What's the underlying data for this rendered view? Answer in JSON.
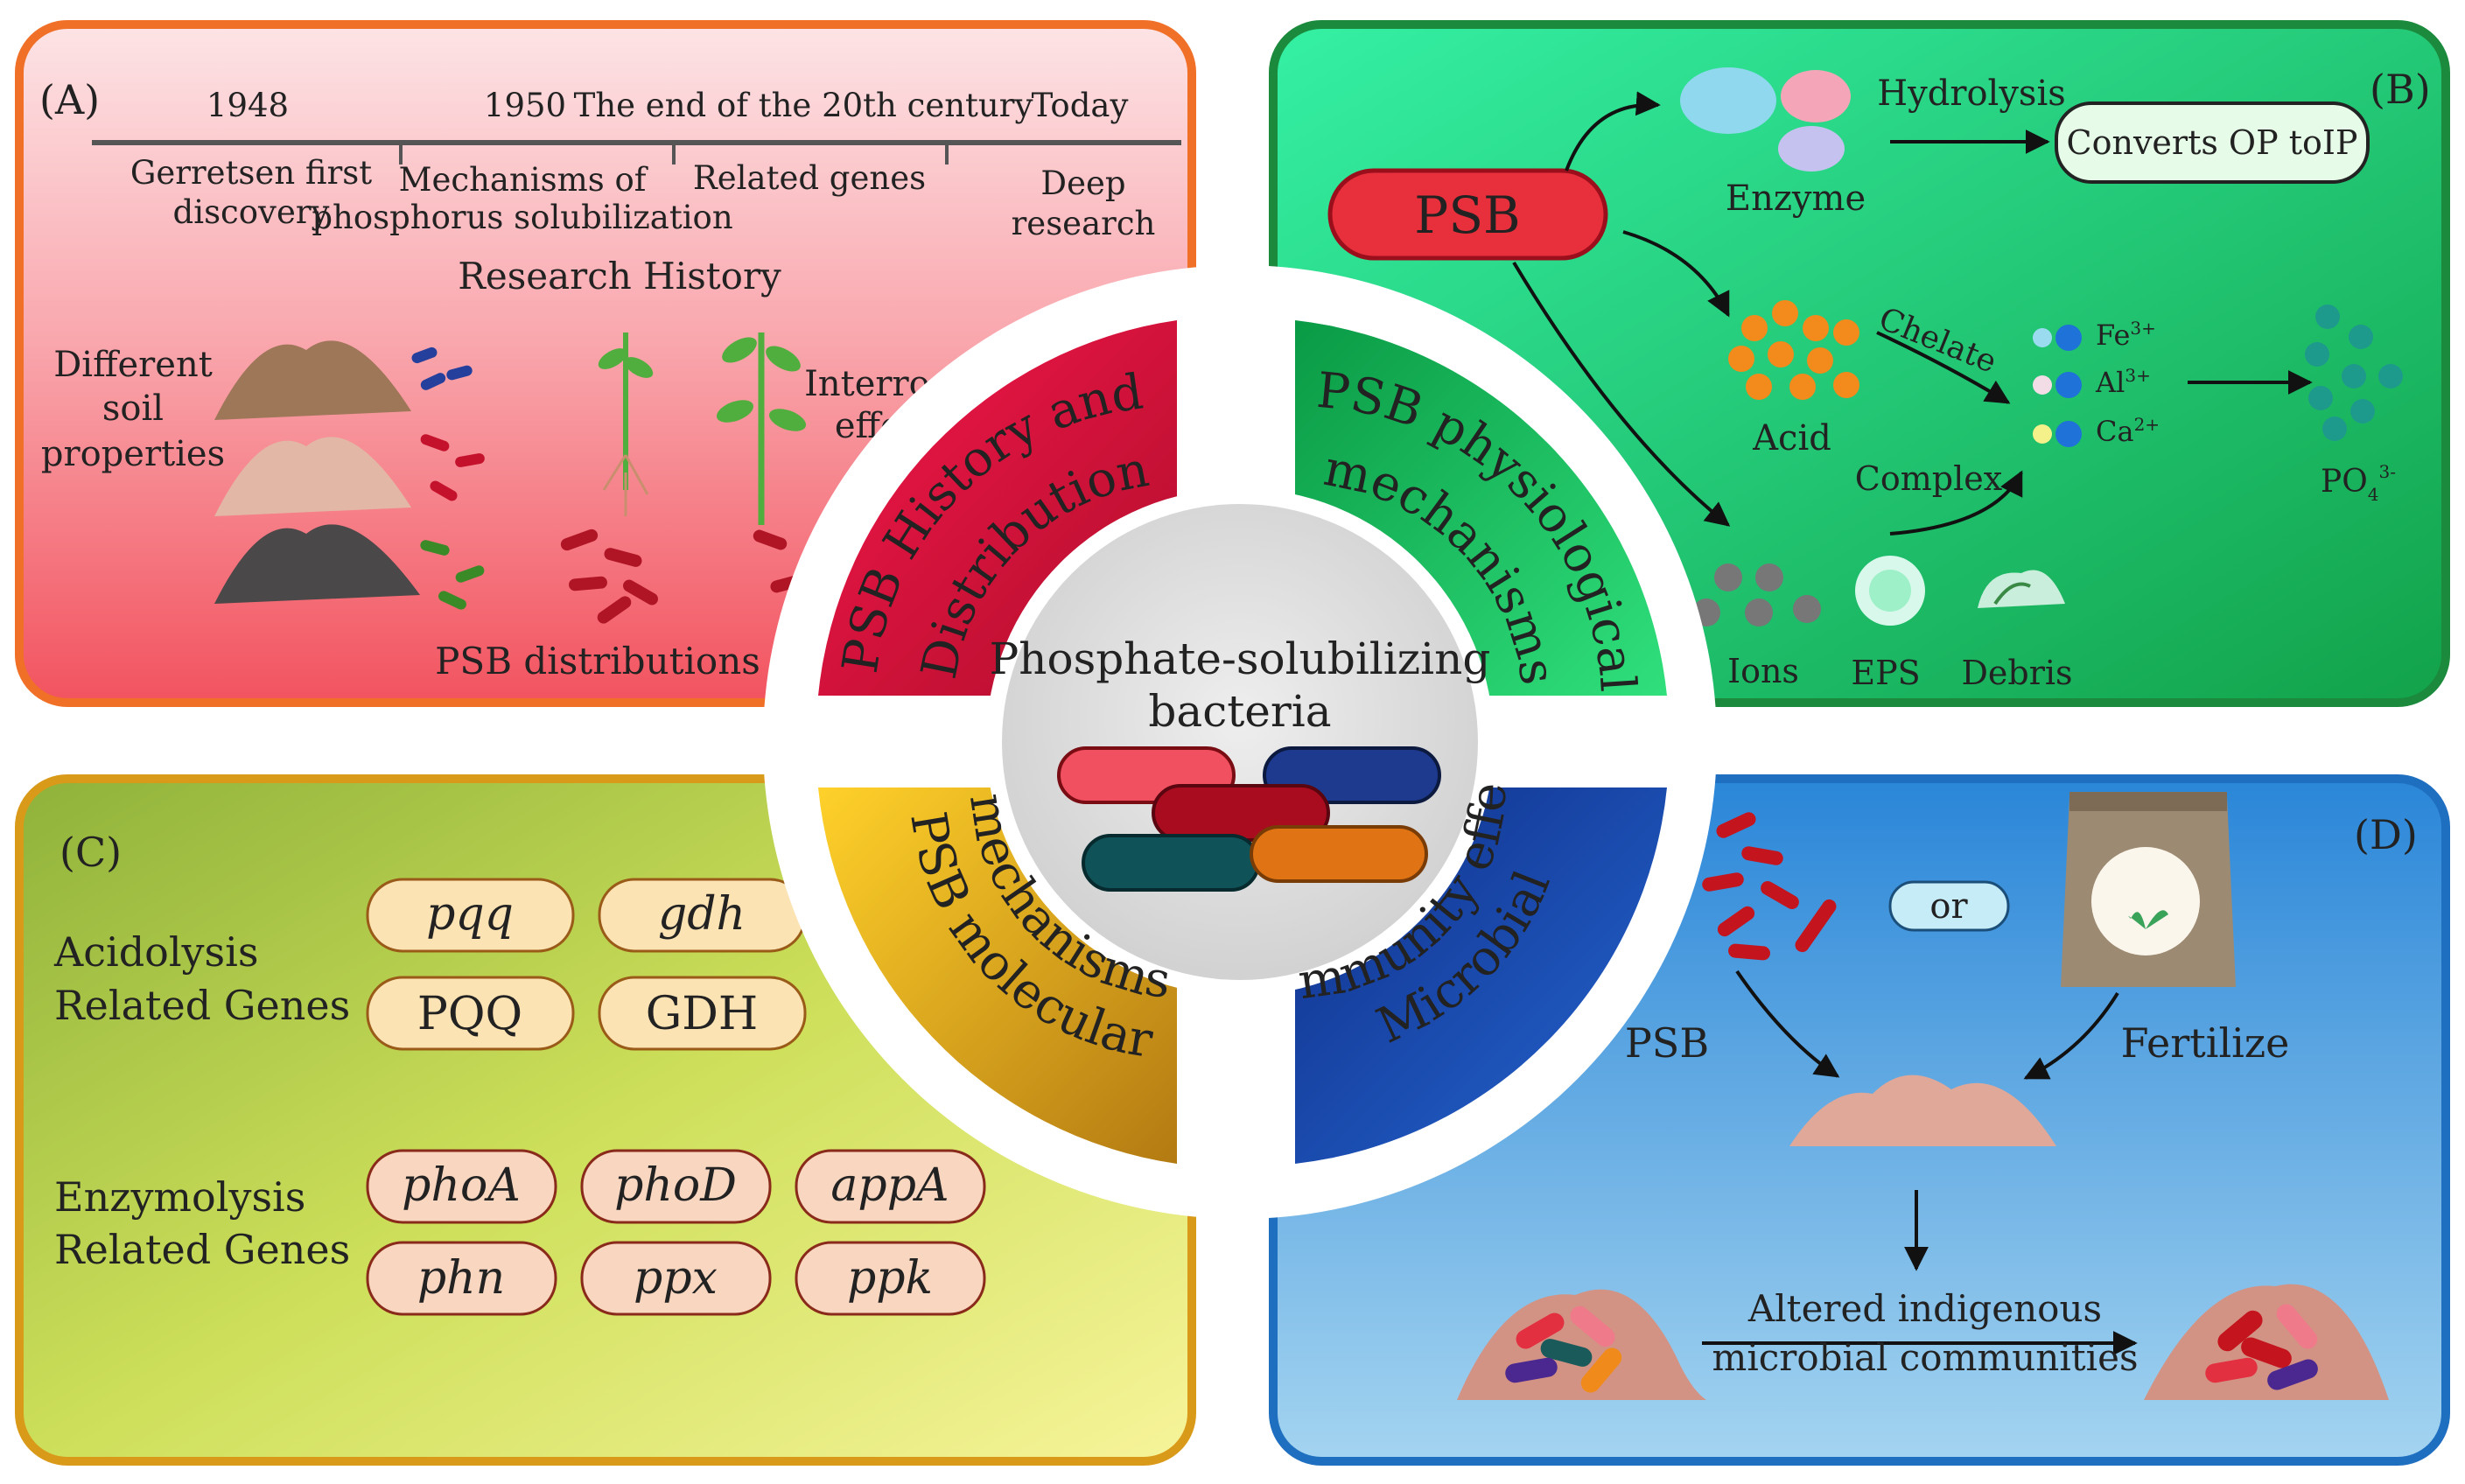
{
  "center": {
    "title_line1": "Phosphate-solubilizing",
    "title_line2": "bacteria"
  },
  "quadrants": {
    "A": {
      "letter": "(A)",
      "ring_line1": "PSB History and",
      "ring_line2": "Distribution",
      "timeline": [
        {
          "year": "1948",
          "event_line1": "Gerretsen first",
          "event_line2": "discovery"
        },
        {
          "year": "1950",
          "event_line1": "Mechanisms of",
          "event_line2": "phosphorus solubilization"
        },
        {
          "year": "The end of the 20th century",
          "event_line1": "Related genes",
          "event_line2": ""
        },
        {
          "year": "Today",
          "event_line1": "Deep",
          "event_line2": "research"
        }
      ],
      "research_history": "Research History",
      "soil_line1": "Different",
      "soil_line2": "soil",
      "soil_line3": "properties",
      "interroot_line1": "Interroot",
      "interroot_line2": "effect",
      "distribution": "PSB distributions"
    },
    "B": {
      "letter": "(B)",
      "ring_line1": "PSB physiological",
      "ring_line2": "mechanisms",
      "psb": "PSB",
      "enzyme": "Enzyme",
      "hydrolysis": "Hydrolysis",
      "converts": "Converts OP toIP",
      "acid": "Acid",
      "chelate": "Chelate",
      "complex": "Complex",
      "ions": [
        {
          "base": "Fe",
          "charge": "3+"
        },
        {
          "base": "Al",
          "charge": "3+"
        },
        {
          "base": "Ca",
          "charge": "2+"
        }
      ],
      "po4_base": "PO",
      "po4_sub": "4",
      "po4_sup": "3-",
      "ions_label": "Ions",
      "eps": "EPS",
      "debris": "Debris"
    },
    "C": {
      "letter": "(C)",
      "ring_line1": "PSB molecular",
      "ring_line2": "mechanisms",
      "acid_label_line1": "Acidolysis",
      "acid_label_line2": "Related Genes",
      "acid_genes": [
        {
          "name": "pqq",
          "italic": true
        },
        {
          "name": "gdh",
          "italic": true
        },
        {
          "name": "PQQ",
          "italic": false
        },
        {
          "name": "GDH",
          "italic": false
        }
      ],
      "enz_label_line1": "Enzymolysis",
      "enz_label_line2": "Related Genes",
      "enz_genes": [
        {
          "name": "phoA",
          "italic": true
        },
        {
          "name": "phoD",
          "italic": true
        },
        {
          "name": "appA",
          "italic": true
        },
        {
          "name": "phn",
          "italic": true
        },
        {
          "name": "ppx",
          "italic": true
        },
        {
          "name": "ppk",
          "italic": true
        }
      ]
    },
    "D": {
      "letter": "(D)",
      "ring_line1": "Microbial",
      "ring_line2": "community effect",
      "or": "or",
      "psb": "PSB",
      "fertilize": "Fertilize",
      "altered_line1": "Altered indigenous",
      "altered_line2": "microbial communities"
    }
  },
  "colors": {
    "panel_a_border": "#f07028",
    "panel_b_border": "#1b8a3c",
    "panel_c_border": "#d99a1a",
    "panel_d_border": "#1f6fc0",
    "ring_a": "#e0143c",
    "ring_b": "#14c060",
    "ring_c": "#f2b51c",
    "ring_d": "#1650b8",
    "psb_red": "#e8303c"
  }
}
